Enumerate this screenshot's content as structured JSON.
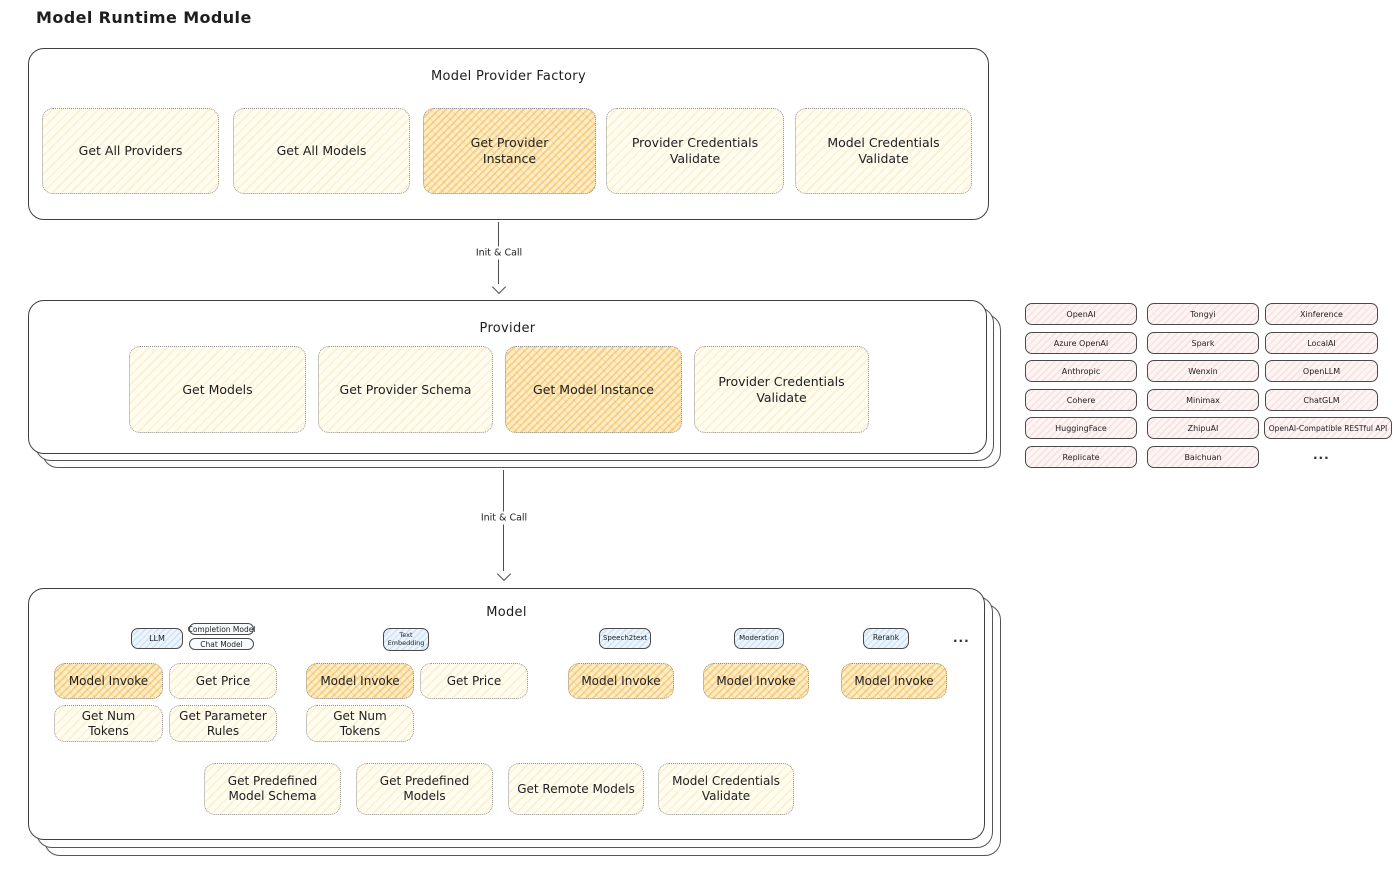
{
  "title": "Model Runtime Module",
  "factory": {
    "title": "Model Provider Factory",
    "buttons": [
      "Get All Providers",
      "Get All Models",
      "Get Provider Instance",
      "Provider Credentials Validate",
      "Model Credentials Validate"
    ]
  },
  "arrows": [
    {
      "label": "Init & Call"
    },
    {
      "label": "Init & Call"
    }
  ],
  "provider": {
    "title": "Provider",
    "buttons": [
      "Get Models",
      "Get Provider Schema",
      "Get Model Instance",
      "Provider Credentials Validate"
    ]
  },
  "providers": {
    "col1": [
      "OpenAI",
      "Azure OpenAI",
      "Anthropic",
      "Cohere",
      "HuggingFace",
      "Replicate"
    ],
    "col2": [
      "Tongyi",
      "Spark",
      "Wenxin",
      "Minimax",
      "ZhipuAI",
      "Baichuan"
    ],
    "col3": [
      "Xinference",
      "LocalAI",
      "OpenLLM",
      "ChatGLM",
      "OpenAI-Compatible RESTful API"
    ],
    "more": "..."
  },
  "model": {
    "title": "Model",
    "groups": [
      {
        "badge": "LLM",
        "sub_badges": [
          "Completion Model",
          "Chat Model"
        ],
        "buttons": [
          "Model Invoke",
          "Get Price",
          "Get Num Tokens",
          "Get Parameter Rules"
        ]
      },
      {
        "badge": "Text Embedding",
        "buttons": [
          "Model Invoke",
          "Get Price",
          "Get Num Tokens"
        ]
      },
      {
        "badge": "Speech2text",
        "buttons": [
          "Model Invoke"
        ]
      },
      {
        "badge": "Moderation",
        "buttons": [
          "Model Invoke"
        ]
      },
      {
        "badge": "Rerank",
        "buttons": [
          "Model Invoke"
        ]
      }
    ],
    "more": "...",
    "bottom_buttons": [
      "Get Predefined Model Schema",
      "Get Predefined Models",
      "Get Remote Models",
      "Model Credentials Validate"
    ]
  },
  "colors": {
    "highlight_yellow": "#f29c22",
    "light_yellow": "#fffcf0",
    "pink": "#e17373",
    "blue": "#5e9ed6",
    "stroke": "#3f3f3f"
  }
}
